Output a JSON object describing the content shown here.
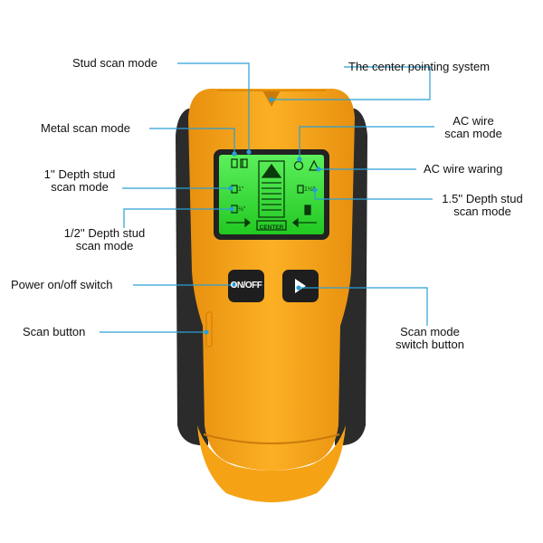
{
  "labels": {
    "stud_scan_mode": "Stud scan mode",
    "center_pointing": "The center pointing system",
    "metal_scan_mode": "Metal scan mode",
    "ac_wire_scan_line1": "AC wire",
    "ac_wire_scan_line2": "scan mode",
    "ac_wire_warning": "AC wire waring",
    "depth1_line1": "1'' Depth stud",
    "depth1_line2": "scan mode",
    "depth15_line1": "1.5'' Depth stud",
    "depth15_line2": "scan mode",
    "depth_half_line1": "1/2'' Depth stud",
    "depth_half_line2": "scan mode",
    "power_switch": "Power on/off switch",
    "scan_mode_switch_line1": "Scan mode",
    "scan_mode_switch_line2": "switch button",
    "scan_button": "Scan button"
  },
  "device": {
    "on_off_label": "ON/OFF",
    "center_label": "CENTER",
    "depth_1": "1\"",
    "depth_15": "1½\"",
    "depth_half": "½\""
  },
  "colors": {
    "body_orange": "#f7a81b",
    "grip_dark": "#2b2b2b",
    "lcd_green": "#3ce03c",
    "leader_line": "#2a9fd6"
  },
  "icons": [
    "stud-icon",
    "metal-icon",
    "ac-wire-icon",
    "warning-icon",
    "play-icon"
  ]
}
